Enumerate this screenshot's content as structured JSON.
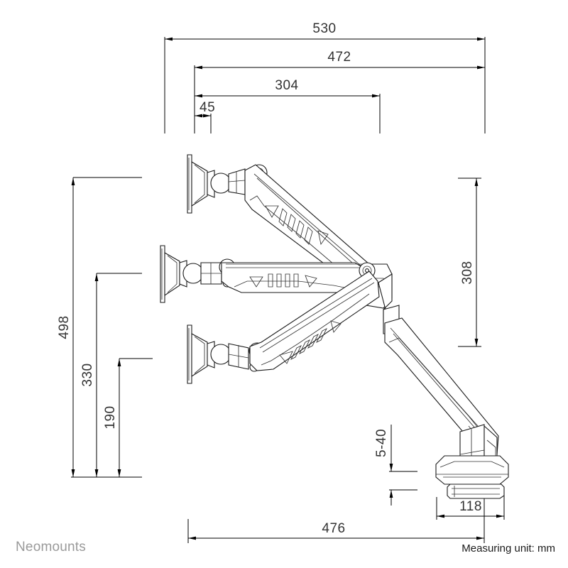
{
  "page": {
    "title": "Neomounts monitor arm dimensional drawing",
    "background_color": "#ffffff",
    "line_color": "#000000",
    "text_color": "#333333"
  },
  "footer": {
    "brand": "Neomounts",
    "brand_color": "#9a9a9a",
    "unit_note": "Measuring unit: mm",
    "unit_note_color": "#1a1a1a"
  },
  "dimensions": {
    "top": [
      {
        "id": "d-530",
        "label": "530",
        "orientation": "horizontal"
      },
      {
        "id": "d-472",
        "label": "472",
        "orientation": "horizontal"
      },
      {
        "id": "d-304",
        "label": "304",
        "orientation": "horizontal"
      },
      {
        "id": "d-45",
        "label": "45",
        "orientation": "horizontal"
      }
    ],
    "left": [
      {
        "id": "d-498",
        "label": "498",
        "orientation": "vertical"
      },
      {
        "id": "d-330",
        "label": "330",
        "orientation": "vertical"
      },
      {
        "id": "d-190",
        "label": "190",
        "orientation": "vertical"
      }
    ],
    "right": [
      {
        "id": "d-308",
        "label": "308",
        "orientation": "vertical"
      }
    ],
    "base": [
      {
        "id": "d-5-40",
        "label": "5-40",
        "orientation": "vertical"
      },
      {
        "id": "d-118",
        "label": "118",
        "orientation": "horizontal"
      },
      {
        "id": "d-476",
        "label": "476",
        "orientation": "horizontal"
      }
    ]
  },
  "product": {
    "arm_positions": [
      {
        "id": "arm-upper",
        "name": "upper-raised-position"
      },
      {
        "id": "arm-middle",
        "name": "middle-horizontal-position"
      },
      {
        "id": "arm-lower",
        "name": "lower-lowered-position"
      }
    ],
    "components": [
      "vesa-plate",
      "ball-joint",
      "tilt-head",
      "gas-spring-arm",
      "elbow-joint",
      "vertical-post",
      "desk-clamp-base"
    ]
  }
}
